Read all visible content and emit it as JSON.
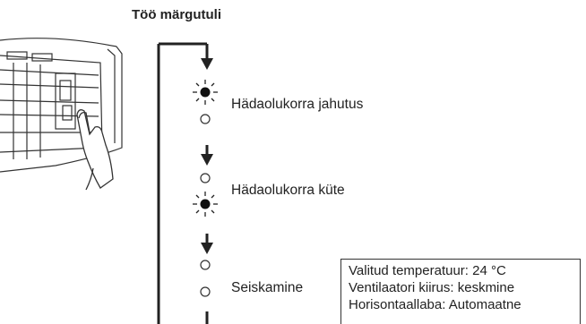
{
  "title": "Töö märgutuli",
  "modes": [
    {
      "label": "Hädaolukorra jahutus",
      "indicator_top": "blinking",
      "indicator_bottom": "off"
    },
    {
      "label": "Hädaolukorra küte",
      "indicator_top": "off",
      "indicator_bottom": "blinking"
    },
    {
      "label": "Seiskamine",
      "indicator_top": "off",
      "indicator_bottom": "off"
    }
  ],
  "settings": [
    "Valitud temperatuur: 24 °C",
    "Ventilaatori kiirus: keskmine",
    "Horisontaallaba: Automaatne"
  ],
  "icons": [
    "air-conditioner-indoor-unit-illustration",
    "hand-pressing-button-icon",
    "blinking-lamp-icon",
    "lamp-off-icon",
    "arrow-down-icon"
  ]
}
